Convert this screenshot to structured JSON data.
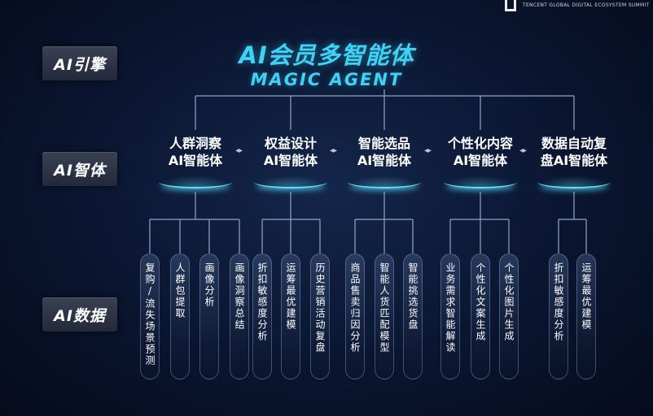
{
  "brand": {
    "text": "TENCENT GLOBAL DIGITAL ECOSYSTEM SUMMIT"
  },
  "side_tags": {
    "engine": "AI引擎",
    "agent": "AI智体",
    "data": "AI数据"
  },
  "title": "AI会员多智能体",
  "subtitle": "MAGIC AGENT",
  "arrow_glyph": "◂▸",
  "agents": [
    {
      "line1": "人群洞察",
      "line2": "AI智能体",
      "items": [
        "复购/流失场景预测",
        "人群包提取",
        "画像分析",
        "画像洞察总结"
      ]
    },
    {
      "line1": "权益设计",
      "line2": "AI智能体",
      "items": [
        "折扣敏感度分析",
        "运筹最优建模",
        "历史营销活动复盘"
      ]
    },
    {
      "line1": "智能选品",
      "line2": "AI智能体",
      "items": [
        "商品售卖归因分析",
        "智能人货匹配模型",
        "智能挑选货盘"
      ]
    },
    {
      "line1": "个性化内容",
      "line2": "AI智能体",
      "items": [
        "业务需求智能解读",
        "个性化文案生成",
        "个性化图片生成"
      ]
    },
    {
      "line1": "数据自动复",
      "line2": "盘AI智能体",
      "items": [
        "折扣敏感度分析",
        "运筹最优建模"
      ]
    }
  ]
}
